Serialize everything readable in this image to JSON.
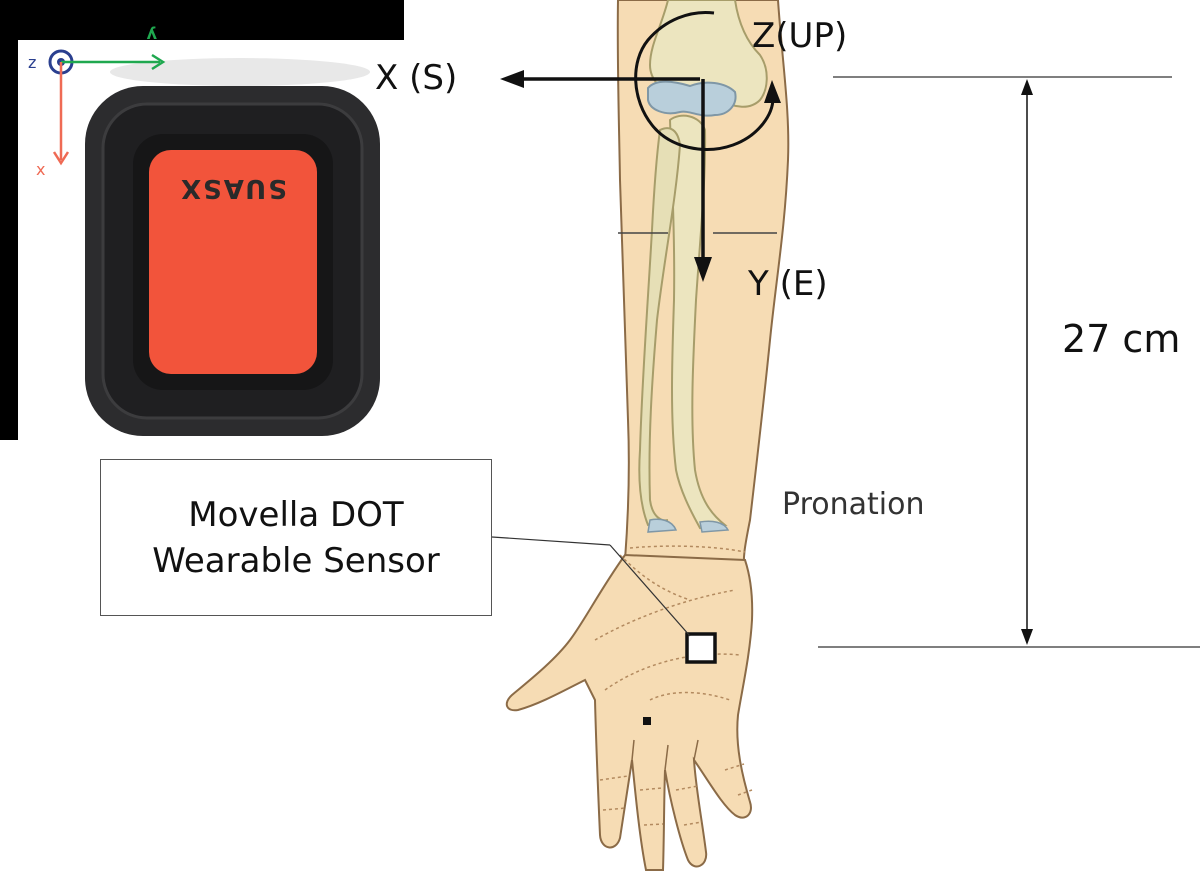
{
  "device": {
    "brand_text": "SUASX",
    "axis_labels": {
      "z": "z",
      "y": "y",
      "x": "x"
    },
    "colors": {
      "body": "#2c2c2e",
      "face": "#f2543b",
      "z_axis": "#2a3f8f",
      "y_axis": "#1fa84f",
      "x_axis": "#ef6a54"
    }
  },
  "arm_axes": {
    "x_label": "X (S)",
    "y_label": "Y (E)",
    "z_label": "Z(UP)"
  },
  "callout": {
    "line1": "Movella DOT",
    "line2": "Wearable Sensor"
  },
  "measurement": {
    "length_label": "27 cm"
  },
  "motion_label": "Pronation",
  "colors": {
    "skin": "#f6dcb4",
    "bone": "#ece5bf",
    "bone_outline": "#a79d6a",
    "cartilage": "#b9cfdb"
  }
}
